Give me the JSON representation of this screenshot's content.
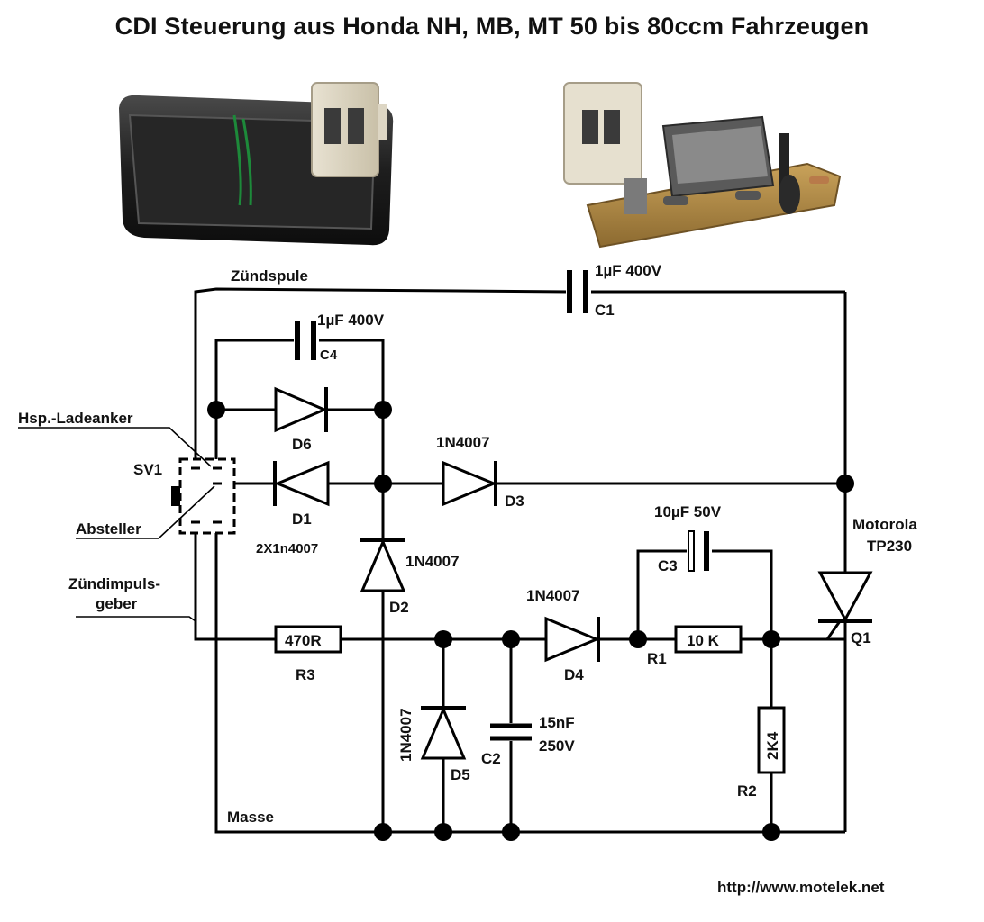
{
  "title": "CDI Steuerung aus Honda NH, MB, MT 50 bis 80ccm Fahrzeugen",
  "url": "http://www.motelek.net",
  "photos": {
    "left": "cdi-module-housing",
    "right": "cdi-circuit-board"
  },
  "labels": {
    "zuendspule": "Zündspule",
    "hsp_ladeanker": "Hsp.-Ladeanker",
    "sv1": "SV1",
    "absteller": "Absteller",
    "zuendimpuls1": "Zündimpuls-",
    "zuendimpuls2": "geber",
    "masse": "Masse",
    "motorola1": "Motorola",
    "motorola2": "TP230",
    "d1_note": "2X1n4007"
  },
  "components": {
    "C1": {
      "name": "C1",
      "value": "1µF 400V"
    },
    "C4": {
      "name": "C4",
      "value": "1µF 400V"
    },
    "C3": {
      "name": "C3",
      "value": "10µF 50V"
    },
    "C2": {
      "name": "C2",
      "value1": "15nF",
      "value2": "250V"
    },
    "D1": {
      "name": "D1"
    },
    "D2": {
      "name": "D2",
      "value": "1N4007"
    },
    "D3": {
      "name": "D3",
      "value": "1N4007"
    },
    "D4": {
      "name": "D4",
      "value": "1N4007"
    },
    "D5": {
      "name": "D5",
      "value": "1N4007"
    },
    "D6": {
      "name": "D6"
    },
    "R1": {
      "name": "R1",
      "value": "10 K"
    },
    "R2": {
      "name": "R2",
      "value": "2K4"
    },
    "R3": {
      "name": "R3",
      "value": "470R"
    },
    "Q1": {
      "name": "Q1"
    }
  }
}
